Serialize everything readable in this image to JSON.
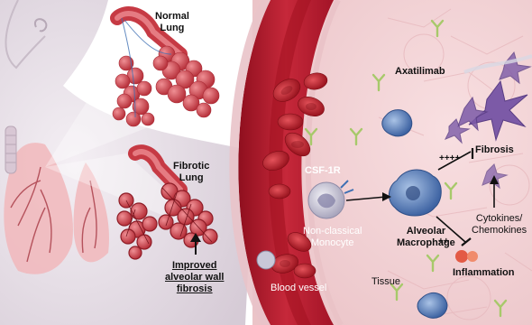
{
  "labels": {
    "normal_lung": "Normal\nLung",
    "fibrotic_lung": "Fibrotic\nLung",
    "improved": "Improved\nalveolar wall\nfibrosis",
    "axatilimab": "Axatilimab",
    "csf1r": "CSF-1R",
    "monocyte": "Non-classical\nMonocyte",
    "macrophage": "Alveolar\nMacrophage",
    "fibrosis": "Fibrosis",
    "plus4": "++++",
    "plus2": "++",
    "cytokines": "Cytokines/\nChemokines",
    "inflammation": "Inflammation",
    "blood_vessel": "Blood vessel",
    "tissue": "Tissue"
  },
  "colors": {
    "vessel_wall": "#b6182a",
    "blood": "#c4262f",
    "tissue_bg": "#f3d4d6",
    "alveoli": "#d9454f",
    "macrophage": "#4f79b6",
    "fibroblast": "#7c5aa7",
    "antibody": "#a7c96a",
    "skin": "#e9e1e8"
  }
}
